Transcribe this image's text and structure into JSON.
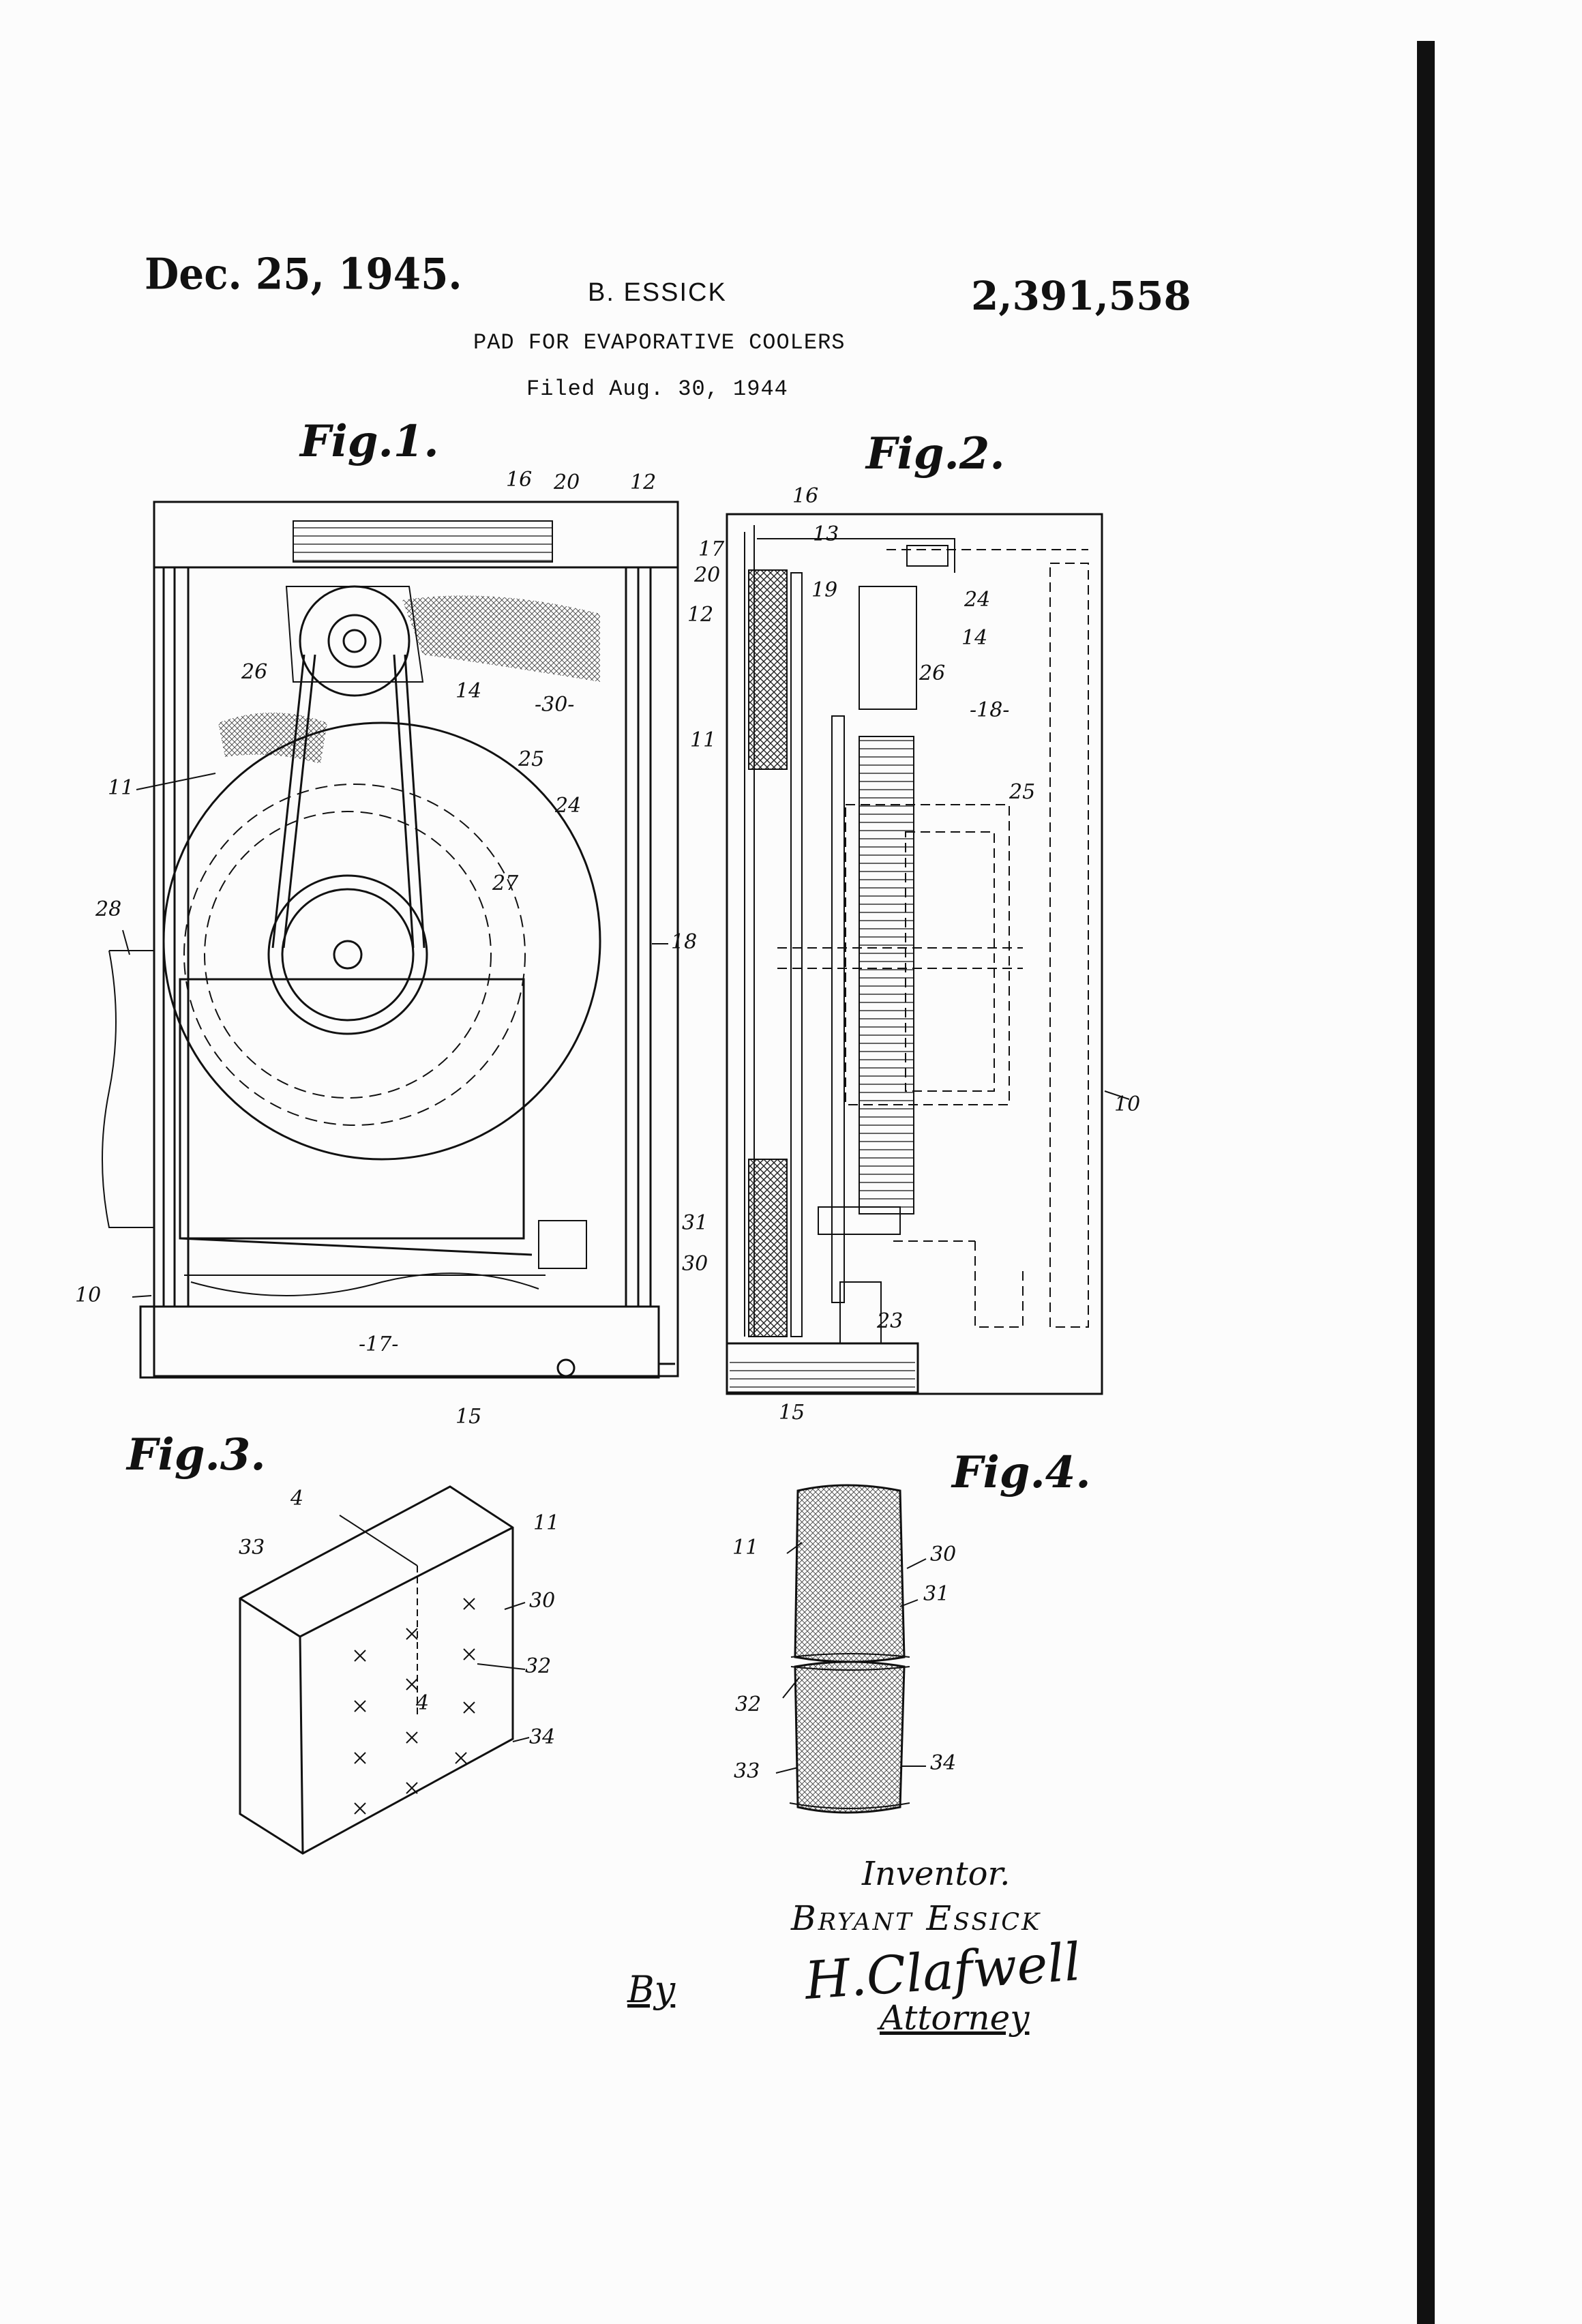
{
  "header": {
    "date": "Dec. 25, 1945.",
    "inventor_short": "B. ESSICK",
    "patent_number": "2,391,558",
    "title": "PAD FOR EVAPORATIVE COOLERS",
    "filed": "Filed Aug. 30, 1944"
  },
  "figures": {
    "fig1": {
      "label": "Fig.1.",
      "refs": [
        "16",
        "20",
        "12",
        "26",
        "14",
        "-30-",
        "25",
        "11",
        "24",
        "27",
        "28",
        "18",
        "10",
        "-17-",
        "15"
      ]
    },
    "fig2": {
      "label": "Fig.2.",
      "refs": [
        "16",
        "17",
        "13",
        "20",
        "12",
        "19",
        "24",
        "14",
        "26",
        "-18-",
        "11",
        "25",
        "10",
        "31",
        "30",
        "23",
        "15"
      ]
    },
    "fig3": {
      "label": "Fig.3.",
      "refs": [
        "4",
        "11",
        "33",
        "30",
        "32",
        "4",
        "34"
      ]
    },
    "fig4": {
      "label": "Fig.4.",
      "refs": [
        "11",
        "30",
        "31",
        "32",
        "33",
        "34"
      ]
    }
  },
  "signature": {
    "inventor_label": "Inventor.",
    "inventor_name": "Bryant Essick",
    "by": "By",
    "attorney_signature": "H.Clafwell",
    "attorney_label": "Attorney"
  }
}
